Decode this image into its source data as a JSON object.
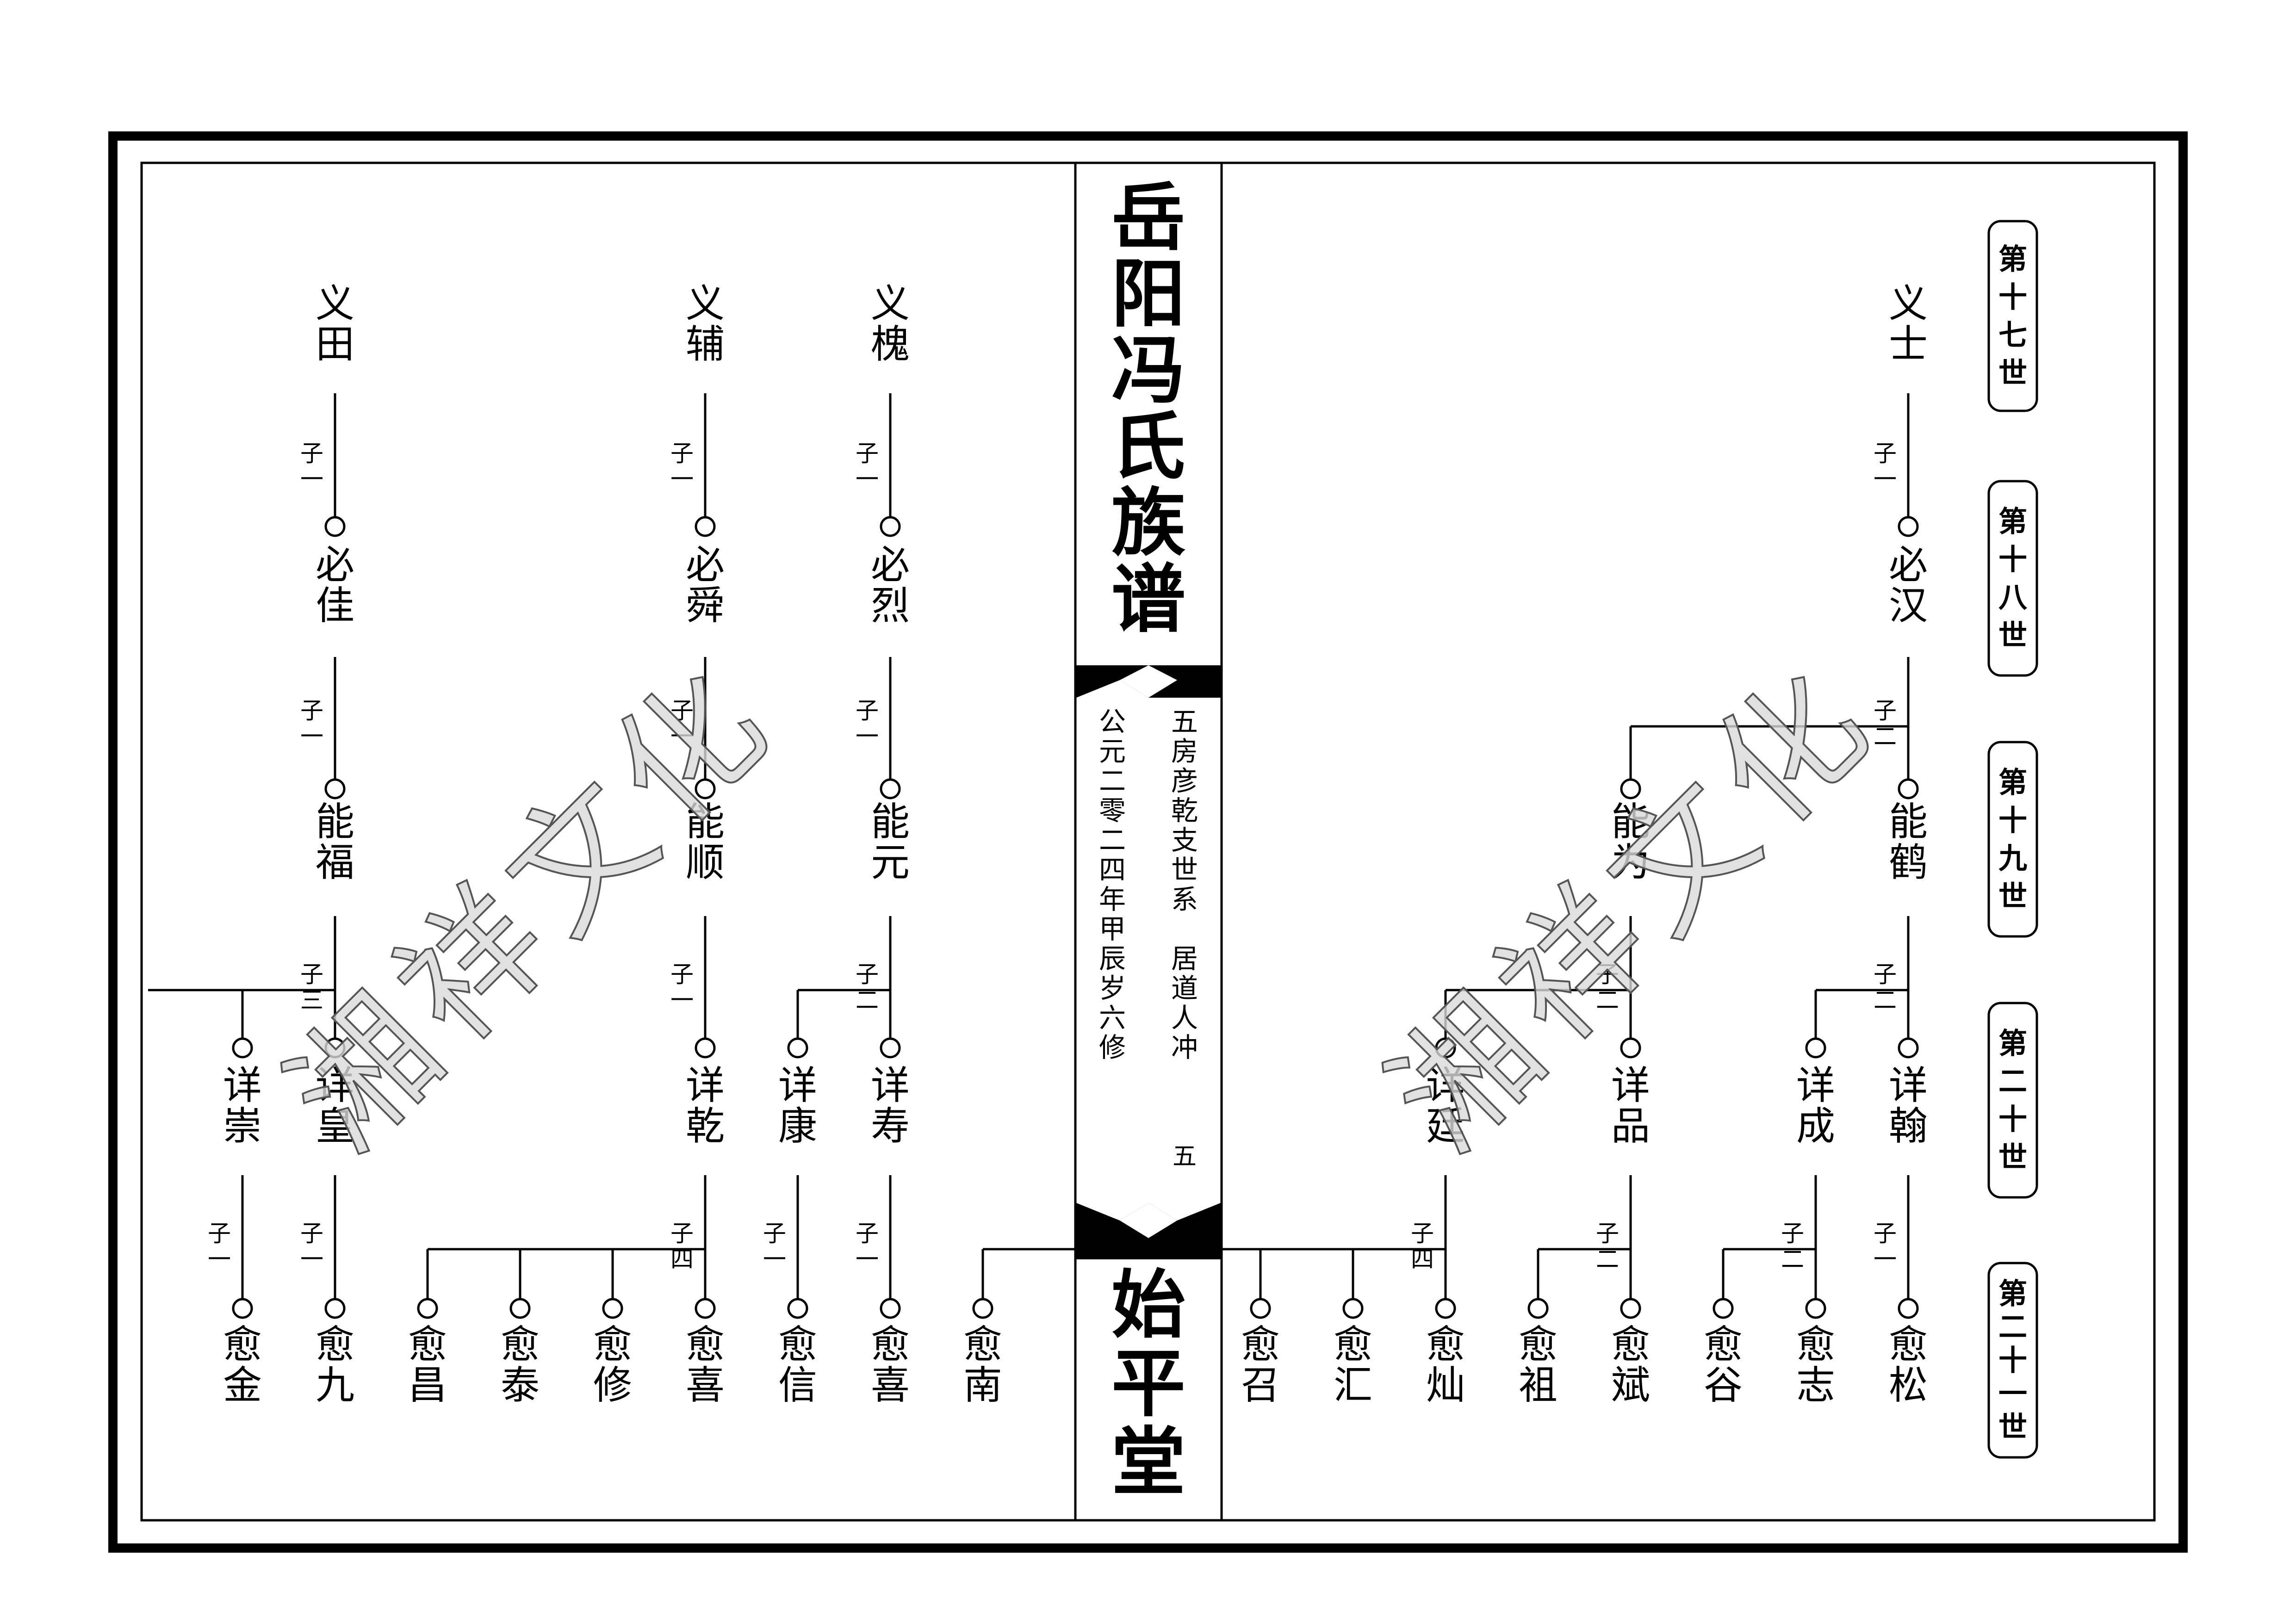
{
  "spine": {
    "title": "岳阳冯氏族谱",
    "info_right": "五房彦乾支世系　居道人冲",
    "info_left": "公元二零二四年甲辰岁六修",
    "page_number": "五",
    "hall_name": "始平堂"
  },
  "generations": [
    "第十七世",
    "第十八世",
    "第十九世",
    "第二十世",
    "第二十一世"
  ],
  "watermark": "湘祥文化",
  "relations": {
    "one_son": "子一",
    "two_sons": "子二",
    "three_sons": "子三",
    "four_sons": "子四"
  },
  "names": {
    "yishi": "义士",
    "bihan": "必汉",
    "nenghe": "能鹤",
    "nengwei": "能为",
    "xianghan": "详翰",
    "xiangcheng": "详成",
    "xiangpin": "详品",
    "xiangting": "详廷",
    "yusong": "愈松",
    "yuzhi": "愈志",
    "yugu": "愈谷",
    "yubin": "愈斌",
    "yuzu": "愈袓",
    "yucan": "愈灿",
    "yuhui": "愈汇",
    "yuzhao": "愈召",
    "yikui": "义槐",
    "bilie": "必烈",
    "nengyuan": "能元",
    "xiangshou": "详寿",
    "xiangkang": "详康",
    "yuxi_a": "愈喜",
    "yuxin": "愈信",
    "yunan": "愈南",
    "yifu": "义辅",
    "bishun": "必舜",
    "nengshun": "能顺",
    "xiangqian": "详乾",
    "yuxi_b": "愈喜",
    "yuxiu": "愈修",
    "yutai": "愈泰",
    "yuchang": "愈昌",
    "yitian": "义田",
    "bijia": "必佳",
    "nengfu": "能福",
    "xianghuang": "详皇",
    "xiangchong": "详崇",
    "yujiu": "愈九",
    "yujin": "愈金"
  }
}
